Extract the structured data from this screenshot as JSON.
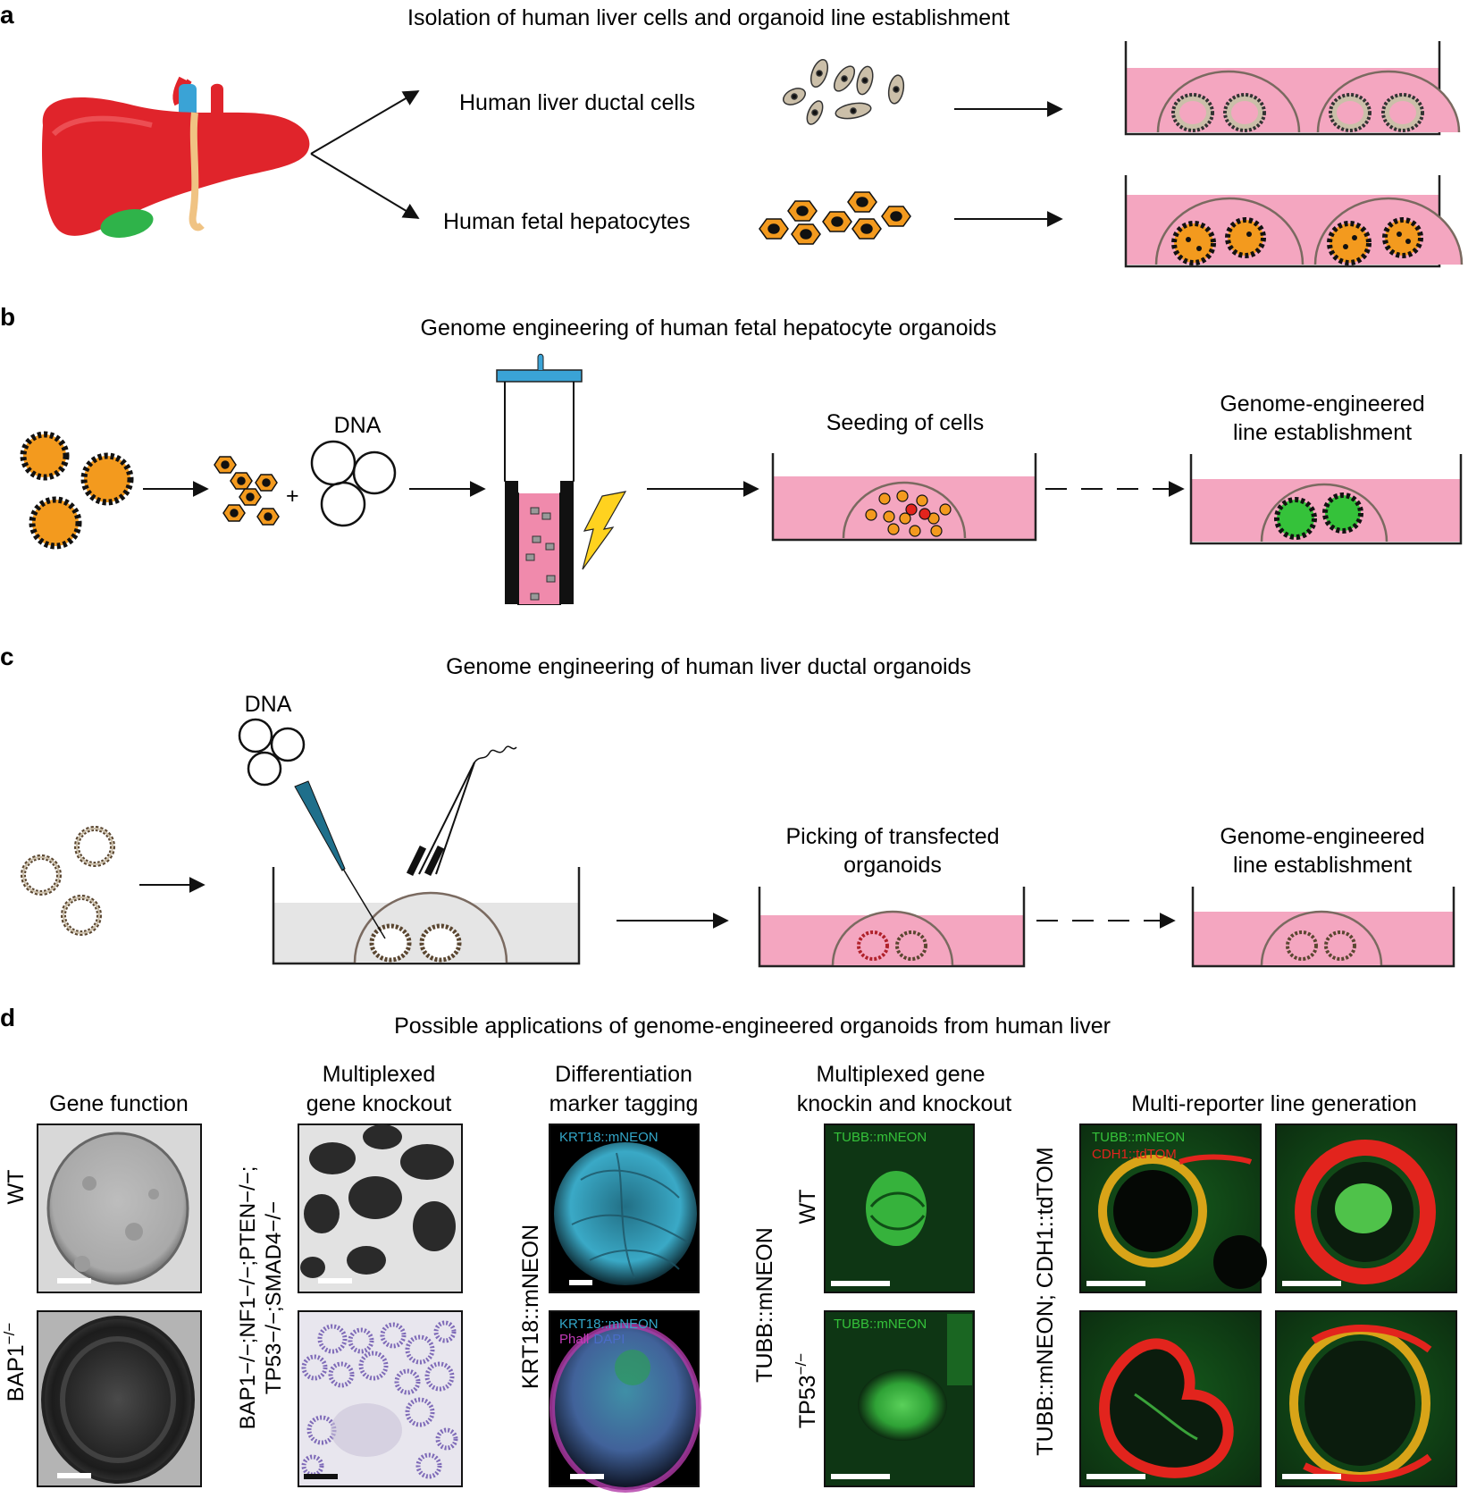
{
  "panel_a": {
    "letter": "a",
    "title": "Isolation of human liver cells and organoid line establishment",
    "ductal_label": "Human liver ductal cells",
    "hepatocyte_label": "Human fetal hepatocytes"
  },
  "panel_b": {
    "letter": "b",
    "title": "Genome engineering of human fetal hepatocyte organoids",
    "dna_label": "DNA",
    "plus": "+",
    "seeding_label": "Seeding of cells",
    "line_label_1": "Genome-engineered",
    "line_label_2": "line establishment"
  },
  "panel_c": {
    "letter": "c",
    "title": "Genome engineering of human liver ductal organoids",
    "dna_label": "DNA",
    "picking_label_1": "Picking of transfected",
    "picking_label_2": "organoids",
    "line_label_1": "Genome-engineered",
    "line_label_2": "line establishment"
  },
  "panel_d": {
    "letter": "d",
    "title": "Possible applications of genome-engineered organoids from human liver",
    "col1": {
      "heading": "Gene function",
      "row1": "WT",
      "row2": "BAP1",
      "row2_sup": "−/−"
    },
    "col2": {
      "heading_1": "Multiplexed",
      "heading_2": "gene knockout",
      "side_1": "BAP1−/−;NF1−/−;PTEN−/−;",
      "side_2": "TP53−/−;SMAD4−/−"
    },
    "col3": {
      "heading_1": "Differentiation",
      "heading_2": "marker tagging",
      "side": "KRT18::mNEON",
      "img1_tag": "KRT18::mNEON",
      "img2_tag_1": "KRT18::mNEON",
      "img2_tag_2": "Phall",
      "img2_tag_3": "DAPI"
    },
    "col4": {
      "heading_1": "Multiplexed gene",
      "heading_2": "knockin and knockout",
      "side": "TUBB::mNEON",
      "row1": "WT",
      "row2": "TP53",
      "row2_sup": "−/−",
      "img_tag": "TUBB::mNEON"
    },
    "col5": {
      "heading": "Multi-reporter line generation",
      "side": "TUBB::mNEON; CDH1::tdTOM",
      "tag_1": "TUBB::mNEON",
      "tag_2": "CDH1::tdTOM"
    }
  },
  "colors": {
    "liver": "#e0242b",
    "gallbladder": "#2fb34a",
    "media": "#f4a6c0",
    "hepatocyte": "#f39a1e",
    "ductal_cell": "#cbbfa9",
    "dish": "#222222",
    "green_signal": "#35c23a",
    "red_signal": "#e2241d",
    "cyan_signal": "#33a7c9"
  }
}
